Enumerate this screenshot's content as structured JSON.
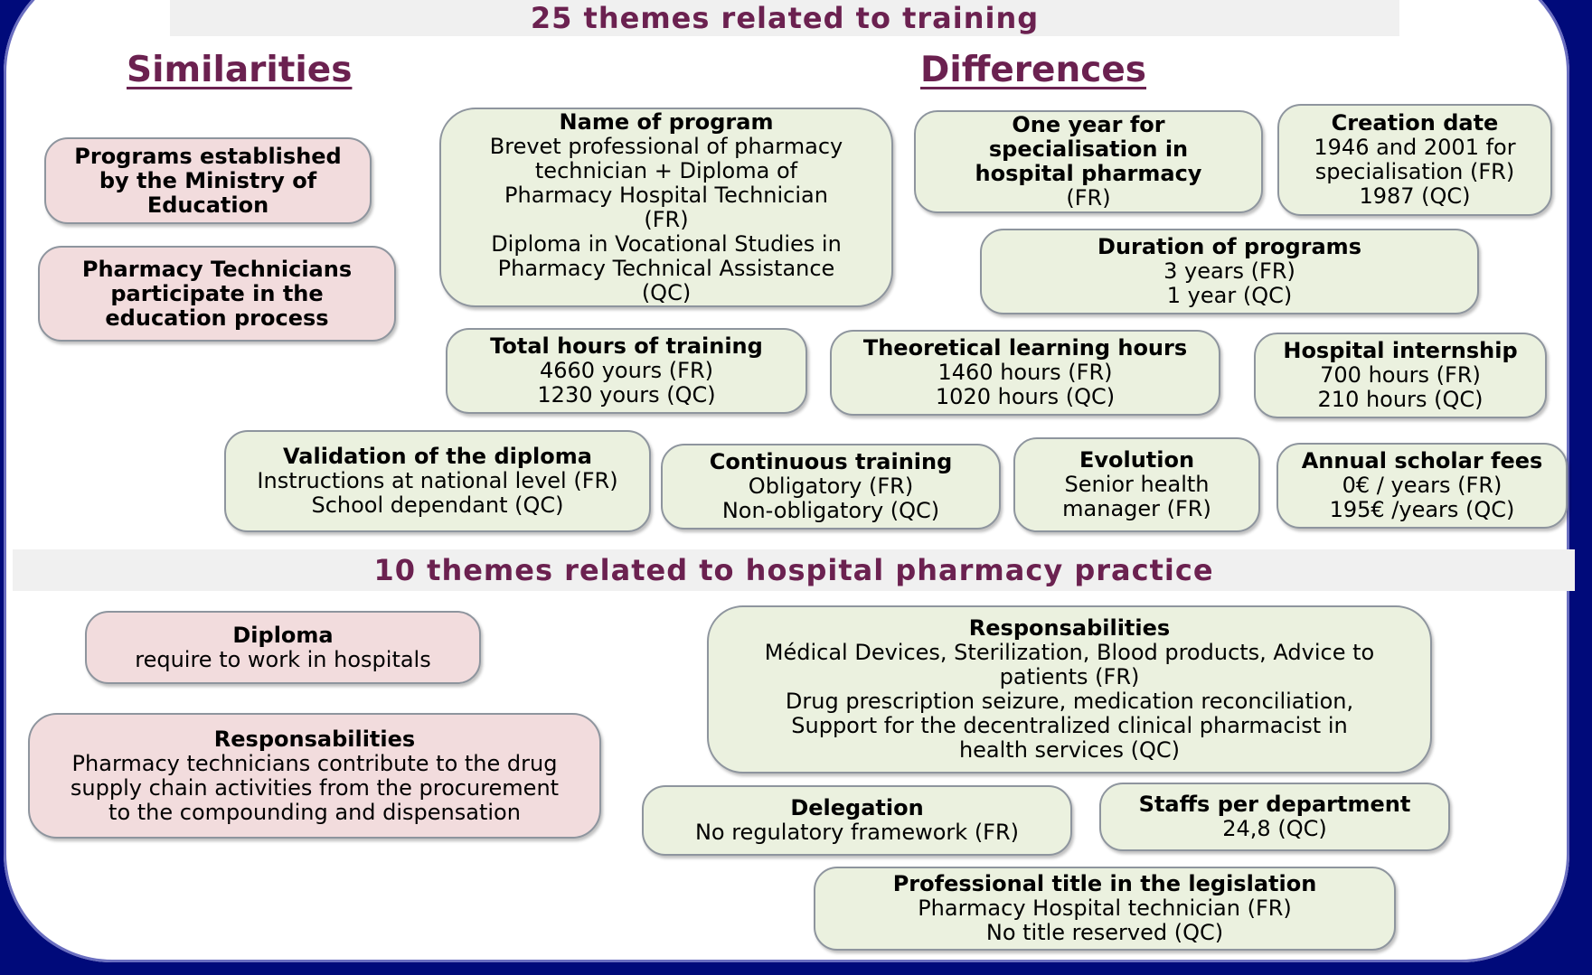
{
  "header": {
    "title": "25 themes related to training"
  },
  "similarities_heading": "Similarities",
  "differences_heading": "Differences",
  "similarities": [
    {
      "title": "",
      "lines": [
        "Programs established",
        "by the Ministry of",
        "Education"
      ]
    },
    {
      "title": "",
      "lines": [
        "Pharmacy Technicians",
        "participate in the",
        "education process"
      ]
    }
  ],
  "differences": [
    {
      "title": "Name of program",
      "lines": [
        "Brevet professional of pharmacy",
        "technician + Diploma of",
        "Pharmacy Hospital Technician",
        "(FR)",
        "Diploma in Vocational Studies in",
        "Pharmacy Technical Assistance",
        "(QC)"
      ]
    },
    {
      "title": "One year for",
      "lines": [
        "specialisation in",
        "hospital pharmacy"
      ],
      "extra": "(FR)"
    },
    {
      "title": "Creation date",
      "lines": [
        "1946 and 2001 for",
        "specialisation (FR)",
        "1987 (QC)"
      ]
    },
    {
      "title": "Duration of programs",
      "lines": [
        "3 years (FR)",
        "1 year (QC)"
      ]
    },
    {
      "title": "Total hours of training",
      "lines": [
        "4660 yours (FR)",
        "1230 yours (QC)"
      ]
    },
    {
      "title": "Theoretical learning hours",
      "lines": [
        "1460 hours (FR)",
        "1020 hours (QC)"
      ]
    },
    {
      "title": "Hospital internship",
      "lines": [
        "700 hours (FR)",
        "210 hours (QC)"
      ]
    },
    {
      "title": "Validation of the diploma",
      "lines": [
        "Instructions at national level (FR)",
        "School dependant (QC)"
      ]
    },
    {
      "title": "Continuous training",
      "lines": [
        "Obligatory (FR)",
        "Non-obligatory (QC)"
      ]
    },
    {
      "title": "Evolution",
      "lines": [
        "Senior health",
        "manager (FR)"
      ]
    },
    {
      "title": "Annual scholar fees",
      "lines": [
        "0€ / years (FR)",
        "195€ /years (QC)"
      ]
    }
  ],
  "practice_header": {
    "title": "10 themes related to hospital pharmacy practice"
  },
  "practice_similarities": [
    {
      "title": "Diploma",
      "lines": [
        "require to work in hospitals"
      ]
    },
    {
      "title": "Responsabilities",
      "lines": [
        "Pharmacy technicians contribute to the drug",
        "supply chain activities from the procurement",
        "to the compounding and dispensation"
      ]
    }
  ],
  "practice_differences": [
    {
      "title": "Responsabilities",
      "lines": [
        "Médical Devices, Sterilization, Blood products, Advice to",
        "patients (FR)",
        "Drug prescription seizure, medication reconciliation,",
        "Support for the decentralized clinical pharmacist in",
        "health services (QC)"
      ]
    },
    {
      "title": "Delegation",
      "lines": [
        "No regulatory framework (FR)"
      ]
    },
    {
      "title": "Staffs per department",
      "lines": [
        "24,8 (QC)"
      ]
    },
    {
      "title": "Professional title in the legislation",
      "lines": [
        "Pharmacy Hospital technician (FR)",
        "No title reserved (QC)"
      ]
    }
  ],
  "colors": {
    "similarity_fill": "#f2dcdd",
    "difference_fill": "#ebf1df",
    "heading": "#6b2150",
    "frame": "#000a7a"
  }
}
